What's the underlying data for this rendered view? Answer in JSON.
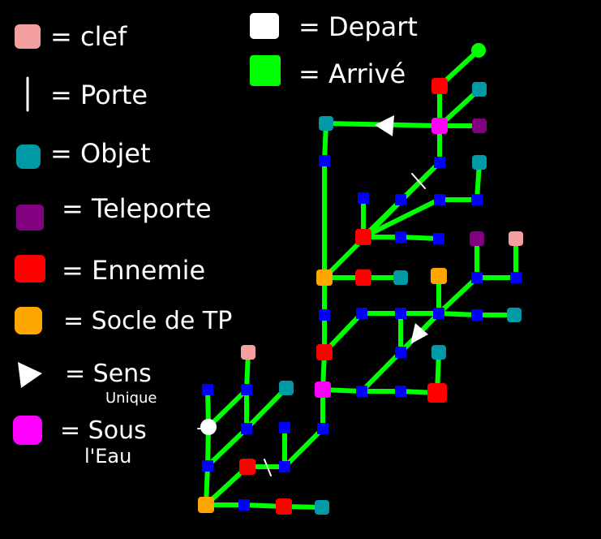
{
  "colors": {
    "background": "#000000",
    "edge": "#00ff00",
    "waypoint": "#0000ff",
    "text": "#ffffff",
    "cle": "#f4a0a0",
    "objet": "#009aa6",
    "teleporte": "#800080",
    "ennemie": "#ff0000",
    "socle": "#ffa500",
    "sens": "#ffffff",
    "eau": "#ff00ff",
    "depart": "#ffffff",
    "arrive": "#00ff00"
  },
  "legend": {
    "cle": {
      "label": "= clef"
    },
    "porte": {
      "label": "= Porte"
    },
    "objet": {
      "label": "= Objet"
    },
    "teleporte": {
      "label": "= Teleporte"
    },
    "ennemie": {
      "label": "= Ennemie"
    },
    "socle": {
      "label": "= Socle de TP"
    },
    "sens": {
      "label": "= Sens",
      "sub": "Unique"
    },
    "eau": {
      "label": "= Sous",
      "sub": "l'Eau"
    },
    "depart": {
      "label": "= Depart"
    },
    "arrive": {
      "label": "= Arrivé"
    }
  },
  "nodes": [
    {
      "id": "s_A",
      "type": "socle"
    },
    {
      "id": "b1",
      "type": "waypoint"
    },
    {
      "id": "wt_dep",
      "type": "depart"
    },
    {
      "id": "b2",
      "type": "waypoint"
    },
    {
      "id": "ck_A",
      "type": "cle"
    },
    {
      "id": "b3",
      "type": "waypoint"
    },
    {
      "id": "b4",
      "type": "waypoint"
    },
    {
      "id": "o_A",
      "type": "objet"
    },
    {
      "id": "b5",
      "type": "waypoint"
    },
    {
      "id": "r_A",
      "type": "ennemie"
    },
    {
      "id": "b6",
      "type": "waypoint"
    },
    {
      "id": "b7",
      "type": "waypoint"
    },
    {
      "id": "b8",
      "type": "waypoint"
    },
    {
      "id": "b9",
      "type": "waypoint"
    },
    {
      "id": "r_B",
      "type": "ennemie"
    },
    {
      "id": "o_B",
      "type": "objet"
    },
    {
      "id": "m_A",
      "type": "eau"
    },
    {
      "id": "r_C",
      "type": "ennemie"
    },
    {
      "id": "b10",
      "type": "waypoint"
    },
    {
      "id": "s_B",
      "type": "socle"
    },
    {
      "id": "b11",
      "type": "waypoint"
    },
    {
      "id": "o_C",
      "type": "objet"
    },
    {
      "id": "m_B",
      "type": "eau"
    },
    {
      "id": "b12",
      "type": "waypoint"
    },
    {
      "id": "b13",
      "type": "waypoint"
    },
    {
      "id": "r_D",
      "type": "ennemie"
    },
    {
      "id": "o_D",
      "type": "objet"
    },
    {
      "id": "b14",
      "type": "waypoint"
    },
    {
      "id": "b15",
      "type": "waypoint"
    },
    {
      "id": "b16",
      "type": "waypoint"
    },
    {
      "id": "b17",
      "type": "waypoint"
    },
    {
      "id": "r_E",
      "type": "ennemie"
    },
    {
      "id": "o_E",
      "type": "objet"
    },
    {
      "id": "b18",
      "type": "waypoint"
    },
    {
      "id": "b19",
      "type": "waypoint"
    },
    {
      "id": "b20",
      "type": "waypoint"
    },
    {
      "id": "b21",
      "type": "waypoint"
    },
    {
      "id": "b22",
      "type": "waypoint"
    },
    {
      "id": "b23",
      "type": "waypoint"
    },
    {
      "id": "b24",
      "type": "waypoint"
    },
    {
      "id": "o_F",
      "type": "objet"
    },
    {
      "id": "s_C",
      "type": "socle"
    },
    {
      "id": "b25",
      "type": "waypoint"
    },
    {
      "id": "b26",
      "type": "waypoint"
    },
    {
      "id": "b27",
      "type": "waypoint"
    },
    {
      "id": "o_G",
      "type": "objet"
    },
    {
      "id": "p_A",
      "type": "teleporte"
    },
    {
      "id": "ck_B",
      "type": "cle"
    },
    {
      "id": "b28",
      "type": "waypoint"
    },
    {
      "id": "b29",
      "type": "waypoint"
    },
    {
      "id": "b30",
      "type": "waypoint"
    },
    {
      "id": "b31",
      "type": "waypoint"
    },
    {
      "id": "o_H",
      "type": "objet"
    },
    {
      "id": "m_C",
      "type": "eau"
    },
    {
      "id": "p_B",
      "type": "teleporte"
    },
    {
      "id": "o_I",
      "type": "objet"
    },
    {
      "id": "r_F",
      "type": "ennemie"
    },
    {
      "id": "g_arr",
      "type": "arrive"
    },
    {
      "id": "o_J",
      "type": "objet"
    },
    {
      "id": "b32",
      "type": "waypoint"
    },
    {
      "id": "r_G",
      "type": "ennemie"
    }
  ],
  "edges": [
    [
      "s_A",
      "wt_dep"
    ],
    [
      "wt_dep",
      "b1"
    ],
    [
      "wt_dep",
      "b2"
    ],
    [
      "s_A",
      "b3"
    ],
    [
      "b3",
      "b4"
    ],
    [
      "s_A",
      "b7"
    ],
    [
      "b7",
      "r_A"
    ],
    [
      "r_A",
      "b6"
    ],
    [
      "s_A",
      "b9"
    ],
    [
      "b9",
      "r_B"
    ],
    [
      "r_B",
      "o_B"
    ],
    [
      "b1",
      "wt_dep"
    ],
    [
      "b2",
      "ck_A"
    ],
    [
      "b2",
      "b3"
    ],
    [
      "b3",
      "b4"
    ],
    [
      "b4",
      "o_A"
    ],
    [
      "b5",
      "b6"
    ],
    [
      "b6",
      "b10"
    ],
    [
      "b10",
      "m_A"
    ],
    [
      "m_A",
      "r_C"
    ],
    [
      "r_C",
      "b11"
    ],
    [
      "b11",
      "s_B"
    ],
    [
      "s_B",
      "b12"
    ],
    [
      "b12",
      "p_top"
    ],
    [
      "s_B",
      "r_D"
    ],
    [
      "r_D",
      "o_D"
    ],
    [
      "s_B",
      "b13"
    ],
    [
      "b13",
      "r_E"
    ],
    [
      "r_E",
      "b14"
    ],
    [
      "b14",
      "b15"
    ],
    [
      "b15",
      "b16"
    ],
    [
      "b16",
      "b17"
    ],
    [
      "m_A",
      "b18"
    ],
    [
      "b18",
      "b19"
    ],
    [
      "b19",
      "r_G"
    ],
    [
      "m_A",
      "b20"
    ],
    [
      "b20",
      "b21"
    ],
    [
      "b21",
      "b22"
    ],
    [
      "b22",
      "b23"
    ],
    [
      "b23",
      "o_F"
    ],
    [
      "b21",
      "b24"
    ],
    [
      "b24",
      "s_C"
    ],
    [
      "b22",
      "b25"
    ],
    [
      "b25",
      "b26"
    ],
    [
      "b26",
      "ck_B"
    ],
    [
      "b25",
      "p_A"
    ],
    [
      "b19",
      "b27"
    ],
    [
      "b27",
      "o_G"
    ],
    [
      "o_G",
      "r_G"
    ],
    [
      "b17",
      "b28"
    ],
    [
      "b28",
      "b29"
    ],
    [
      "b29",
      "b30"
    ],
    [
      "b30",
      "o_H"
    ],
    [
      "b29",
      "b31"
    ],
    [
      "b31",
      "m_C"
    ],
    [
      "m_C",
      "p_B"
    ],
    [
      "m_C",
      "o_I"
    ],
    [
      "m_C",
      "r_F"
    ],
    [
      "r_F",
      "g_arr"
    ],
    [
      "b31",
      "o_J"
    ],
    [
      "m_C",
      "b32"
    ],
    [
      "b32",
      "b12"
    ]
  ],
  "arrows": [
    {
      "id": "arrow_top",
      "direction": "left"
    },
    {
      "id": "arrow_mid",
      "direction": "down-left"
    }
  ],
  "door_marks": [
    {
      "id": "door_top"
    },
    {
      "id": "door_bottom"
    }
  ]
}
